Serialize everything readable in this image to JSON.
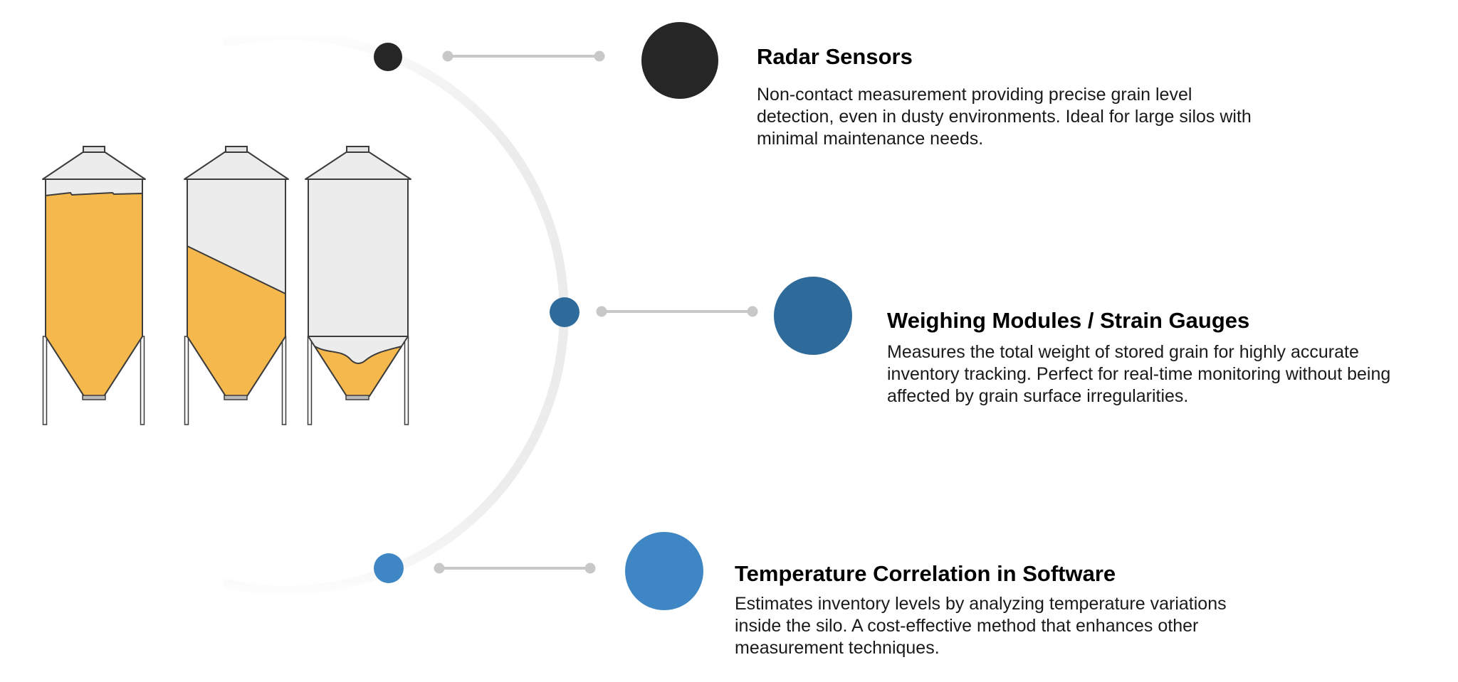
{
  "colors": {
    "dark_circle": "#262626",
    "blue_dark": "#2e6b9b",
    "blue_light": "#3e87c4",
    "grain": "#f5b84d"
  },
  "illustration": {
    "name": "grain-silos",
    "fill_levels": [
      "high",
      "medium",
      "low"
    ]
  },
  "sections": [
    {
      "id": "radar",
      "title": "Radar Sensors",
      "body": "Non-contact measurement providing precise grain level\ndetection, even in dusty environments. Ideal for large silos with\nminimal maintenance needs."
    },
    {
      "id": "weighing",
      "title": "Weighing Modules / Strain Gauges",
      "body": "Measures the total weight of stored grain for highly accurate\ninventory tracking. Perfect for real-time monitoring without being\naffected by grain surface irregularities."
    },
    {
      "id": "temperature",
      "title": "Temperature Correlation in Software",
      "body": "Estimates inventory levels by analyzing temperature variations\ninside the silo. A cost-effective method that enhances other\nmeasurement techniques."
    }
  ]
}
